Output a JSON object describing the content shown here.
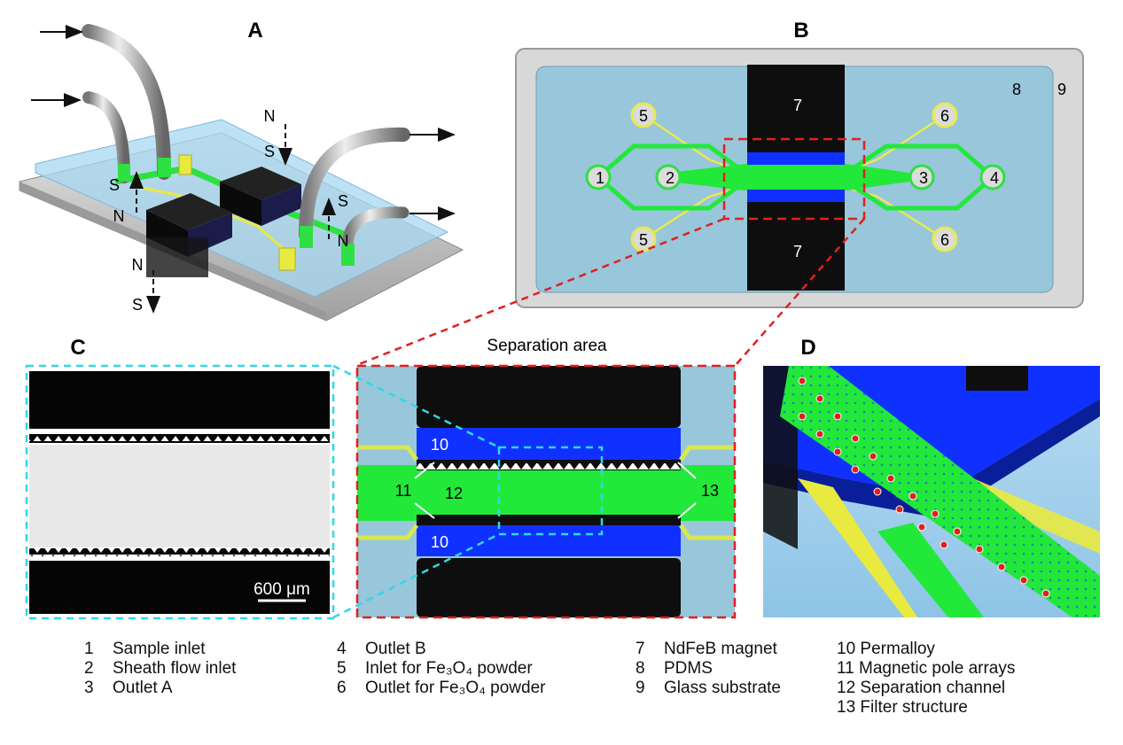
{
  "panels": {
    "a": "A",
    "b": "B",
    "c": "C",
    "d": "D"
  },
  "panel_a": {
    "pole_top_n": "N",
    "pole_top_s": "S",
    "pole_left_s": "S",
    "pole_left_n": "N",
    "pole_right_s": "S",
    "pole_right_n": "N",
    "pole_bottom_n": "N",
    "pole_bottom_s": "S"
  },
  "panel_b": {
    "labels": [
      "1",
      "2",
      "3",
      "4",
      "5",
      "5",
      "6",
      "6",
      "7",
      "7",
      "8",
      "9"
    ]
  },
  "panel_c": {
    "scale_bar": "600 μm"
  },
  "separation_area": {
    "title": "Separation area",
    "labels": [
      "10",
      "10",
      "11",
      "12",
      "13"
    ]
  },
  "legend": {
    "col1": [
      {
        "num": "1",
        "text": "Sample inlet"
      },
      {
        "num": "2",
        "text": "Sheath flow inlet"
      },
      {
        "num": "3",
        "text": "Outlet A"
      }
    ],
    "col2": [
      {
        "num": "4",
        "text": "Outlet B"
      },
      {
        "num": "5",
        "text": "Inlet for Fe₃O₄ powder"
      },
      {
        "num": "6",
        "text": "Outlet for Fe₃O₄ powder"
      }
    ],
    "col3": [
      {
        "num": "7",
        "text": "NdFeB magnet"
      },
      {
        "num": "8",
        "text": "PDMS"
      },
      {
        "num": "9",
        "text": "Glass substrate"
      }
    ],
    "col4": [
      {
        "num": "10",
        "text": "Permalloy"
      },
      {
        "num": "11",
        "text": "Magnetic pole arrays"
      },
      {
        "num": "12",
        "text": "Separation channel"
      },
      {
        "num": "13",
        "text": "Filter structure"
      }
    ]
  },
  "colors": {
    "channel_green": "#22e83a",
    "permalloy_blue": "#1030ff",
    "pdms_blue": "#9ac9dd",
    "magnet_black": "#111111",
    "outline_red": "#e02020",
    "outline_cyan": "#30d8e8",
    "yellow": "#f0f050"
  }
}
